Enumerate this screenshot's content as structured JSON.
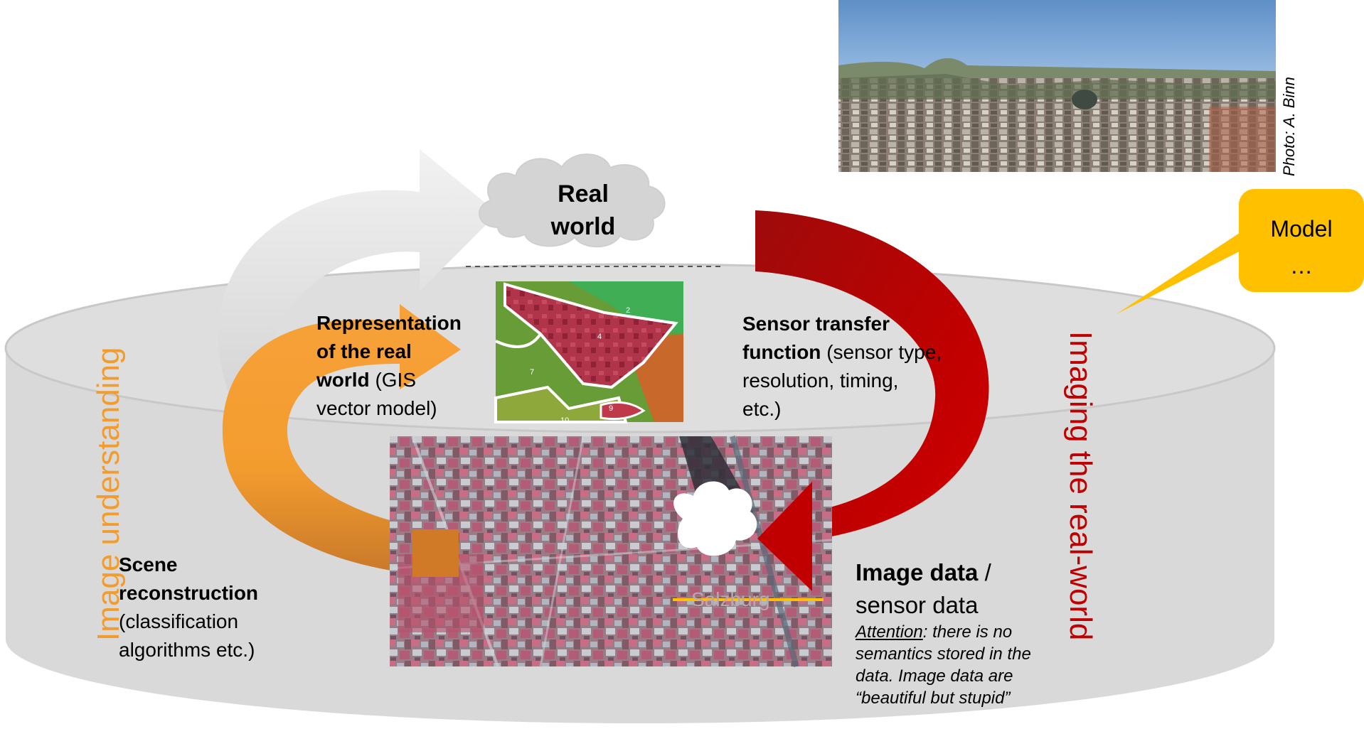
{
  "photo_credit": "Photo: A. Binn",
  "cloud_label": [
    "Real",
    "world"
  ],
  "callout": {
    "line1": "Model",
    "line2": "…"
  },
  "left_vertical_label": "Image understanding",
  "right_vertical_label": "Imaging the real-world",
  "representation": {
    "line1_bold": "Representation",
    "line2_bold": "of the real",
    "line3_bold": "world",
    "line3_rest": " (GIS",
    "line4": "vector model)"
  },
  "sensor_transfer": {
    "line1_bold": "Sensor transfer",
    "line2_bold": "function",
    "line2_rest": " (sensor type,",
    "line3": "resolution, timing,",
    "line4": "etc.)"
  },
  "scene_reconstruction": {
    "line1_bold": "Scene",
    "line2_bold": "reconstruction",
    "line3": "(classification",
    "line4": "algorithms etc.)"
  },
  "image_data": {
    "line1_bold": "Image data",
    "line1_rest": " /",
    "line2": "sensor data",
    "attention_word": "Attention",
    "attention_rest": ": there is no semantics stored in the data. Image data are “beautiful but stupid”"
  },
  "gis_map_numbers": [
    "2",
    "4",
    "7",
    "9",
    "10"
  ],
  "satellite_overlay_text": "Salzburg",
  "colors": {
    "orange": "#f39c2e",
    "dark_orange": "#d07a28",
    "red": "#c00000",
    "dark_red": "#a00000",
    "callout_yellow": "#ffc000",
    "cylinder_gray": "#d9d9d9",
    "arrow_light_gray": "#f0f0f0"
  }
}
